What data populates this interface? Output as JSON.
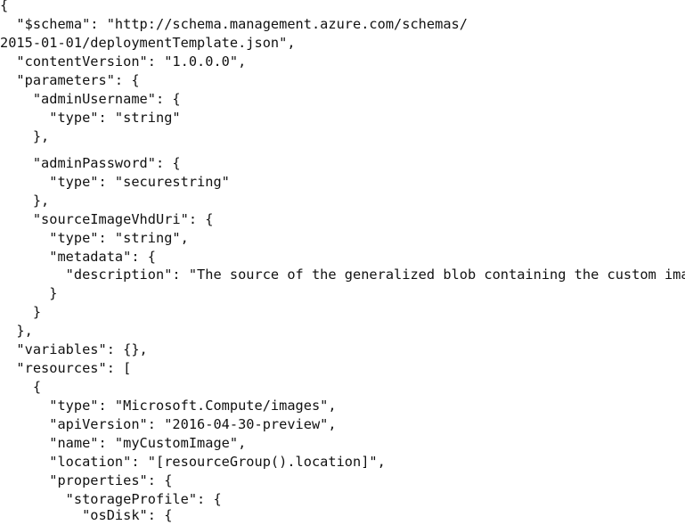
{
  "code": {
    "lines": [
      "{",
      "  \"$schema\": \"http://schema.management.azure.com/schemas/",
      "2015-01-01/deploymentTemplate.json\",",
      "  \"contentVersion\": \"1.0.0.0\",",
      "  \"parameters\": {",
      "    \"adminUsername\": {",
      "      \"type\": \"string\"",
      "    },",
      "    \"adminPassword\": {",
      "      \"type\": \"securestring\"",
      "    },",
      "    \"sourceImageVhdUri\": {",
      "      \"type\": \"string\",",
      "      \"metadata\": {",
      "        \"description\": \"The source of the generalized blob containing the custom image\"",
      "      }",
      "    }",
      "  },",
      "  \"variables\": {},",
      "  \"resources\": [",
      "    {",
      "      \"type\": \"Microsoft.Compute/images\",",
      "      \"apiVersion\": \"2016-04-30-preview\",",
      "      \"name\": \"myCustomImage\",",
      "      \"location\": \"[resourceGroup().location]\",",
      "      \"properties\": {",
      "        \"storageProfile\": {",
      "          \"osDisk\": {"
    ]
  }
}
